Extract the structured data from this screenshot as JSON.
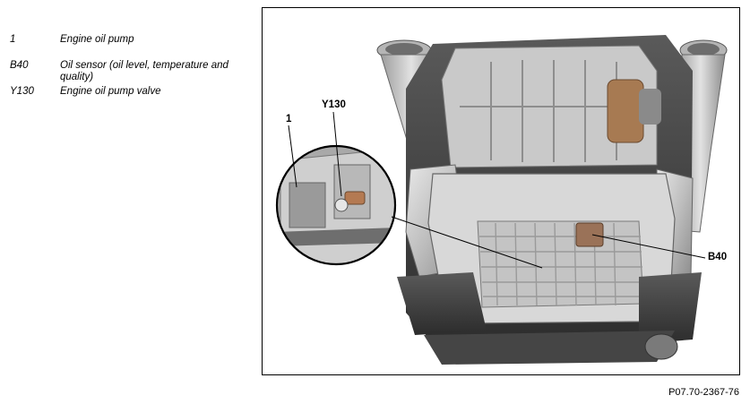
{
  "legend": [
    {
      "code": "1",
      "description": "Engine oil pump"
    },
    {
      "code": "B40",
      "description": "Oil sensor (oil level, temperature and quality)"
    },
    {
      "code": "Y130",
      "description": "Engine oil pump valve"
    }
  ],
  "figure": {
    "callouts": {
      "pump": "1",
      "valve": "Y130",
      "sensor": "B40"
    },
    "reference": "P07.70-2367-76"
  }
}
